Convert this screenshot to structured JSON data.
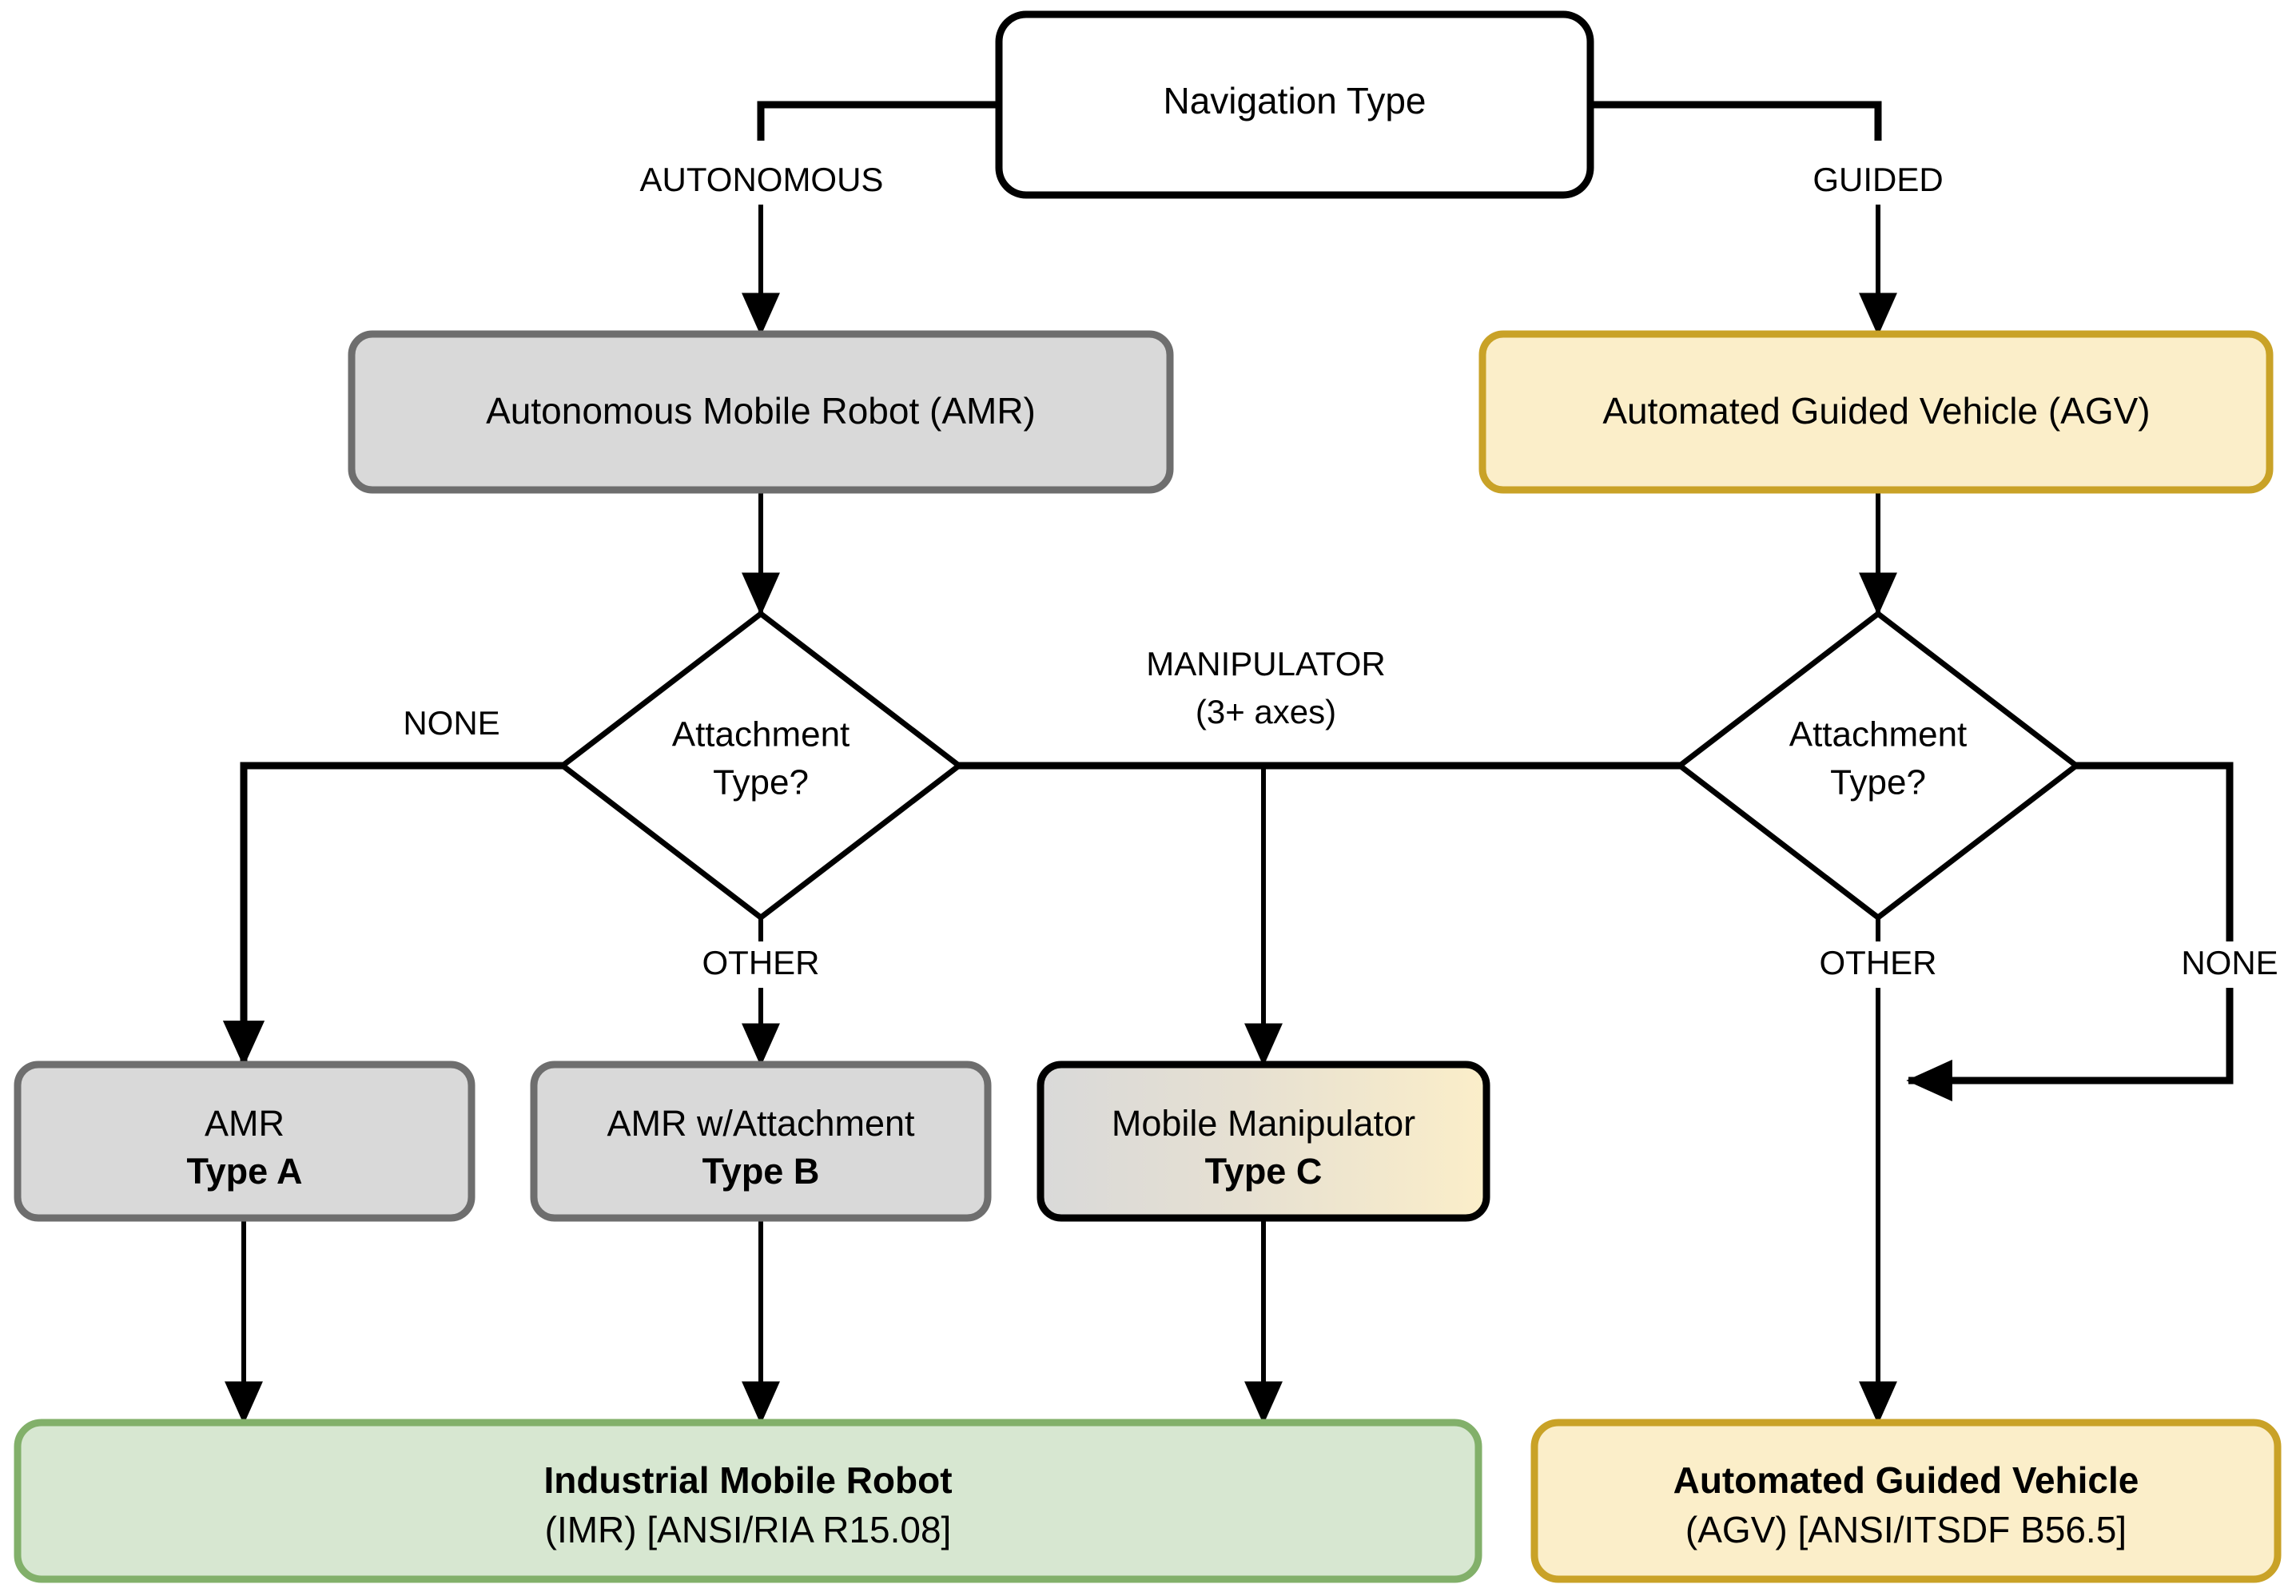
{
  "diagram": {
    "title_node": {
      "label": "Navigation Type"
    },
    "branch_labels": {
      "autonomous": "AUTONOMOUS",
      "guided": "GUIDED",
      "none_left": "NONE",
      "other_left": "OTHER",
      "manipulator_line1": "MANIPULATOR",
      "manipulator_line2": "(3+ axes)",
      "other_right": "OTHER",
      "none_right": "NONE"
    },
    "nodes": {
      "amr": {
        "label": "Autonomous Mobile Robot (AMR)"
      },
      "agv": {
        "label": "Automated Guided Vehicle (AGV)"
      },
      "diamond_left": {
        "line1": "Attachment",
        "line2": "Type?"
      },
      "diamond_right": {
        "line1": "Attachment",
        "line2": "Type?"
      },
      "type_a": {
        "line1": "AMR",
        "line2": "Type A"
      },
      "type_b": {
        "line1": "AMR w/Attachment",
        "line2": "Type B"
      },
      "type_c": {
        "line1": "Mobile Manipulator",
        "line2": "Type C"
      },
      "imr_result": {
        "line1": "Industrial Mobile Robot",
        "line2": "(IMR) [ANSI/RIA R15.08]"
      },
      "agv_result": {
        "line1": "Automated Guided Vehicle",
        "line2": "(AGV) [ANSI/ITSDF B56.5]"
      }
    },
    "colors": {
      "gray_fill": "#d9d9d9",
      "gray_stroke": "#6e6e6e",
      "yellow_fill": "#fbeec9",
      "yellow_stroke": "#c9a227",
      "green_fill": "#d7e7d1",
      "green_stroke": "#82b06a",
      "line": "#000000",
      "white_fill": "#ffffff"
    }
  }
}
